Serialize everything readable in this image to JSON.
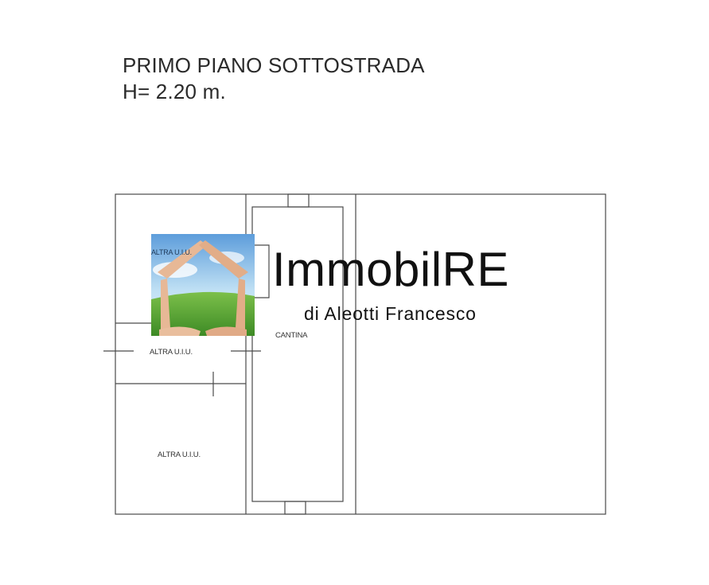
{
  "title": {
    "floor": "PRIMO PIANO SOTTOSTRADA",
    "height": "H= 2.20 m."
  },
  "rooms": {
    "top_left_label": "ALTRA U.I.U.",
    "middle_left_label": "ALTRA U.I.U.",
    "bottom_left_label": "ALTRA U.I.U.",
    "center_label": "CANTINA"
  },
  "watermark": {
    "brand": "ImmobilRE",
    "subtitle": "di Aleotti Francesco",
    "photo_icon": "hands-house-roof-icon"
  }
}
